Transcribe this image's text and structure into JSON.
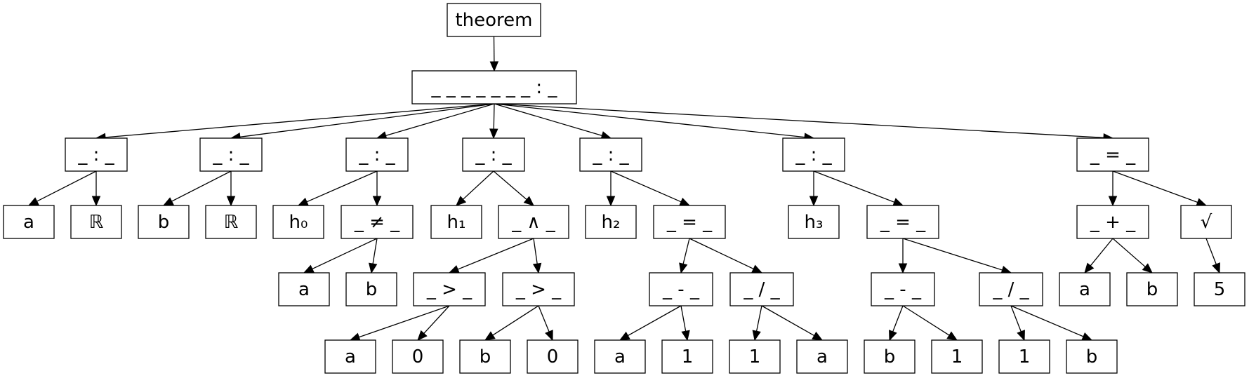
{
  "nodes": [
    {
      "id": "n0",
      "label": "theorem"
    },
    {
      "id": "n1",
      "label": "_ _ _ _ _ _ _ : _"
    },
    {
      "id": "n2",
      "label": "_ : _"
    },
    {
      "id": "n3",
      "label": "_ : _"
    },
    {
      "id": "n4",
      "label": "_ : _"
    },
    {
      "id": "n5",
      "label": "_ : _"
    },
    {
      "id": "n6",
      "label": "_ : _"
    },
    {
      "id": "n7",
      "label": "_ : _"
    },
    {
      "id": "n8",
      "label": "_ = _"
    },
    {
      "id": "n9",
      "label": "a"
    },
    {
      "id": "n10",
      "label": "ℝ"
    },
    {
      "id": "n11",
      "label": "b"
    },
    {
      "id": "n12",
      "label": "ℝ"
    },
    {
      "id": "n13",
      "label": "h₀"
    },
    {
      "id": "n14",
      "label": "_ ≠ _"
    },
    {
      "id": "n15",
      "label": "h₁"
    },
    {
      "id": "n16",
      "label": "_ ∧ _"
    },
    {
      "id": "n17",
      "label": "h₂"
    },
    {
      "id": "n18",
      "label": "_ = _"
    },
    {
      "id": "n19",
      "label": "h₃"
    },
    {
      "id": "n20",
      "label": "_ = _"
    },
    {
      "id": "n21",
      "label": "_ + _"
    },
    {
      "id": "n22",
      "label": "√"
    },
    {
      "id": "n23",
      "label": "a"
    },
    {
      "id": "n24",
      "label": "b"
    },
    {
      "id": "n25",
      "label": "_ > _"
    },
    {
      "id": "n26",
      "label": "_ > _"
    },
    {
      "id": "n27",
      "label": "_ - _"
    },
    {
      "id": "n28",
      "label": "_ / _"
    },
    {
      "id": "n29",
      "label": "_ - _"
    },
    {
      "id": "n30",
      "label": "_ / _"
    },
    {
      "id": "n31",
      "label": "a"
    },
    {
      "id": "n32",
      "label": "b"
    },
    {
      "id": "n33",
      "label": "5"
    },
    {
      "id": "n34",
      "label": "a"
    },
    {
      "id": "n35",
      "label": "0"
    },
    {
      "id": "n36",
      "label": "b"
    },
    {
      "id": "n37",
      "label": "0"
    },
    {
      "id": "n38",
      "label": "a"
    },
    {
      "id": "n39",
      "label": "1"
    },
    {
      "id": "n40",
      "label": "1"
    },
    {
      "id": "n41",
      "label": "a"
    },
    {
      "id": "n42",
      "label": "b"
    },
    {
      "id": "n43",
      "label": "1"
    },
    {
      "id": "n44",
      "label": "1"
    },
    {
      "id": "n45",
      "label": "b"
    }
  ],
  "edges": [
    [
      "n0",
      "n1"
    ],
    [
      "n1",
      "n2"
    ],
    [
      "n1",
      "n3"
    ],
    [
      "n1",
      "n4"
    ],
    [
      "n1",
      "n5"
    ],
    [
      "n1",
      "n6"
    ],
    [
      "n1",
      "n7"
    ],
    [
      "n1",
      "n8"
    ],
    [
      "n2",
      "n9"
    ],
    [
      "n2",
      "n10"
    ],
    [
      "n3",
      "n11"
    ],
    [
      "n3",
      "n12"
    ],
    [
      "n4",
      "n13"
    ],
    [
      "n4",
      "n14"
    ],
    [
      "n5",
      "n15"
    ],
    [
      "n5",
      "n16"
    ],
    [
      "n6",
      "n17"
    ],
    [
      "n6",
      "n18"
    ],
    [
      "n7",
      "n19"
    ],
    [
      "n7",
      "n20"
    ],
    [
      "n8",
      "n21"
    ],
    [
      "n8",
      "n22"
    ],
    [
      "n14",
      "n23"
    ],
    [
      "n14",
      "n24"
    ],
    [
      "n16",
      "n25"
    ],
    [
      "n16",
      "n26"
    ],
    [
      "n18",
      "n27"
    ],
    [
      "n18",
      "n28"
    ],
    [
      "n20",
      "n29"
    ],
    [
      "n20",
      "n30"
    ],
    [
      "n21",
      "n31"
    ],
    [
      "n21",
      "n32"
    ],
    [
      "n22",
      "n33"
    ],
    [
      "n25",
      "n34"
    ],
    [
      "n25",
      "n35"
    ],
    [
      "n26",
      "n36"
    ],
    [
      "n26",
      "n37"
    ],
    [
      "n27",
      "n38"
    ],
    [
      "n27",
      "n39"
    ],
    [
      "n28",
      "n40"
    ],
    [
      "n28",
      "n41"
    ],
    [
      "n29",
      "n42"
    ],
    [
      "n29",
      "n43"
    ],
    [
      "n30",
      "n44"
    ],
    [
      "n30",
      "n45"
    ]
  ]
}
